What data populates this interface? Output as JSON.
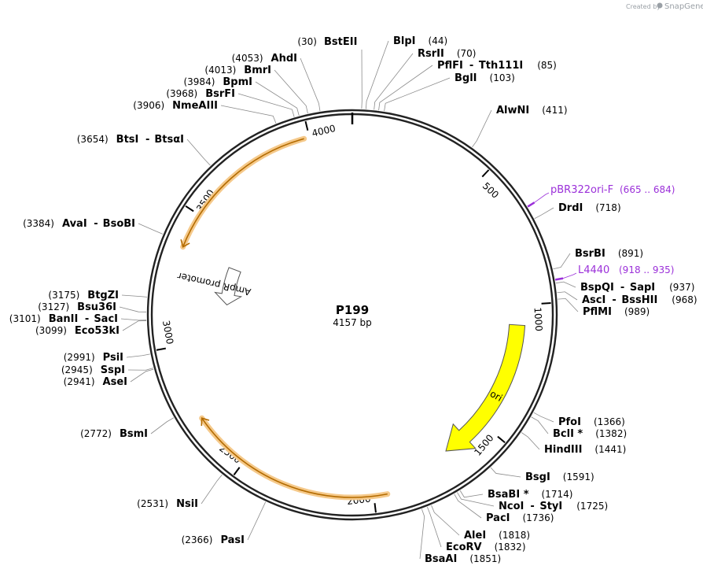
{
  "credit": {
    "prefix": "Created by",
    "brand": "SnapGene"
  },
  "plasmid": {
    "name": "P199",
    "size": "4157 bp",
    "length": 4157
  },
  "ticks": [
    "500",
    "1000",
    "1500",
    "2000",
    "2500",
    "3000",
    "3500",
    "4000"
  ],
  "features": [
    {
      "name": "ori",
      "start": 1080,
      "end": 1680,
      "color": "#ffff00"
    },
    {
      "name": "AmpR promoter",
      "start": 3360,
      "end": 3170,
      "color": "#ffffff"
    }
  ],
  "orfs": [
    {
      "start": 3980,
      "end": 3370
    },
    {
      "start": 1950,
      "end": 2720
    }
  ],
  "primers": [
    {
      "name": "pBR322ori-F",
      "range": "(665 .. 684)",
      "pos": 674
    },
    {
      "name": "L4440",
      "range": "(918 .. 935)",
      "pos": 926
    }
  ],
  "sites": [
    {
      "name": "BstEII",
      "pos": "(30)",
      "bp": 30
    },
    {
      "name": "BlpI",
      "pos": "(44)",
      "bp": 44
    },
    {
      "name": "RsrII",
      "pos": "(70)",
      "bp": 70
    },
    {
      "name": "PflFI",
      "name2": "Tth111I",
      "pos": "(85)",
      "bp": 85
    },
    {
      "name": "BglI",
      "pos": "(103)",
      "bp": 103
    },
    {
      "name": "AlwNI",
      "pos": "(411)",
      "bp": 411
    },
    {
      "name": "DrdI",
      "pos": "(718)",
      "bp": 718
    },
    {
      "name": "BsrBI",
      "pos": "(891)",
      "bp": 891
    },
    {
      "name": "BspQI",
      "name2": "SapI",
      "pos": "(937)",
      "bp": 937
    },
    {
      "name": "AscI",
      "name2": "BssHII",
      "pos": "(968)",
      "bp": 968
    },
    {
      "name": "PflMI",
      "pos": "(989)",
      "bp": 989
    },
    {
      "name": "PfoI",
      "pos": "(1366)",
      "bp": 1366
    },
    {
      "name": "BclI *",
      "pos": "(1382)",
      "bp": 1382
    },
    {
      "name": "HindIII",
      "pos": "(1441)",
      "bp": 1441
    },
    {
      "name": "BsgI",
      "pos": "(1591)",
      "bp": 1591
    },
    {
      "name": "BsaBI *",
      "pos": "(1714)",
      "bp": 1714
    },
    {
      "name": "NcoI",
      "name2": "StyI",
      "pos": "(1725)",
      "bp": 1725
    },
    {
      "name": "PacI",
      "pos": "(1736)",
      "bp": 1736
    },
    {
      "name": "AleI",
      "pos": "(1818)",
      "bp": 1818
    },
    {
      "name": "EcoRV",
      "pos": "(1832)",
      "bp": 1832
    },
    {
      "name": "BsaAI",
      "pos": "(1851)",
      "bp": 1851
    },
    {
      "name": "PasI",
      "pos": "(2366)",
      "bp": 2366
    },
    {
      "name": "NsiI",
      "pos": "(2531)",
      "bp": 2531
    },
    {
      "name": "BsmI",
      "pos": "(2772)",
      "bp": 2772
    },
    {
      "name": "AseI",
      "pos": "(2941)",
      "bp": 2941
    },
    {
      "name": "SspI",
      "pos": "(2945)",
      "bp": 2945
    },
    {
      "name": "PsiI",
      "pos": "(2991)",
      "bp": 2991
    },
    {
      "name": "Eco53kI",
      "pos": "(3099)",
      "bp": 3099
    },
    {
      "name": "BanII",
      "name2": "SacI",
      "pos": "(3101)",
      "bp": 3101
    },
    {
      "name": "Bsu36I",
      "pos": "(3127)",
      "bp": 3127
    },
    {
      "name": "BtgZI",
      "pos": "(3175)",
      "bp": 3175
    },
    {
      "name": "AvaI",
      "name2": "BsoBI",
      "pos": "(3384)",
      "bp": 3384
    },
    {
      "name": "BtsI",
      "name2": "BtsαI",
      "pos": "(3654)",
      "bp": 3654
    },
    {
      "name": "NmeAIII",
      "pos": "(3906)",
      "bp": 3906
    },
    {
      "name": "BsrFI",
      "pos": "(3968)",
      "bp": 3968
    },
    {
      "name": "BpmI",
      "pos": "(3984)",
      "bp": 3984
    },
    {
      "name": "BmrI",
      "pos": "(4013)",
      "bp": 4013
    },
    {
      "name": "AhdI",
      "pos": "(4053)",
      "bp": 4053
    }
  ]
}
